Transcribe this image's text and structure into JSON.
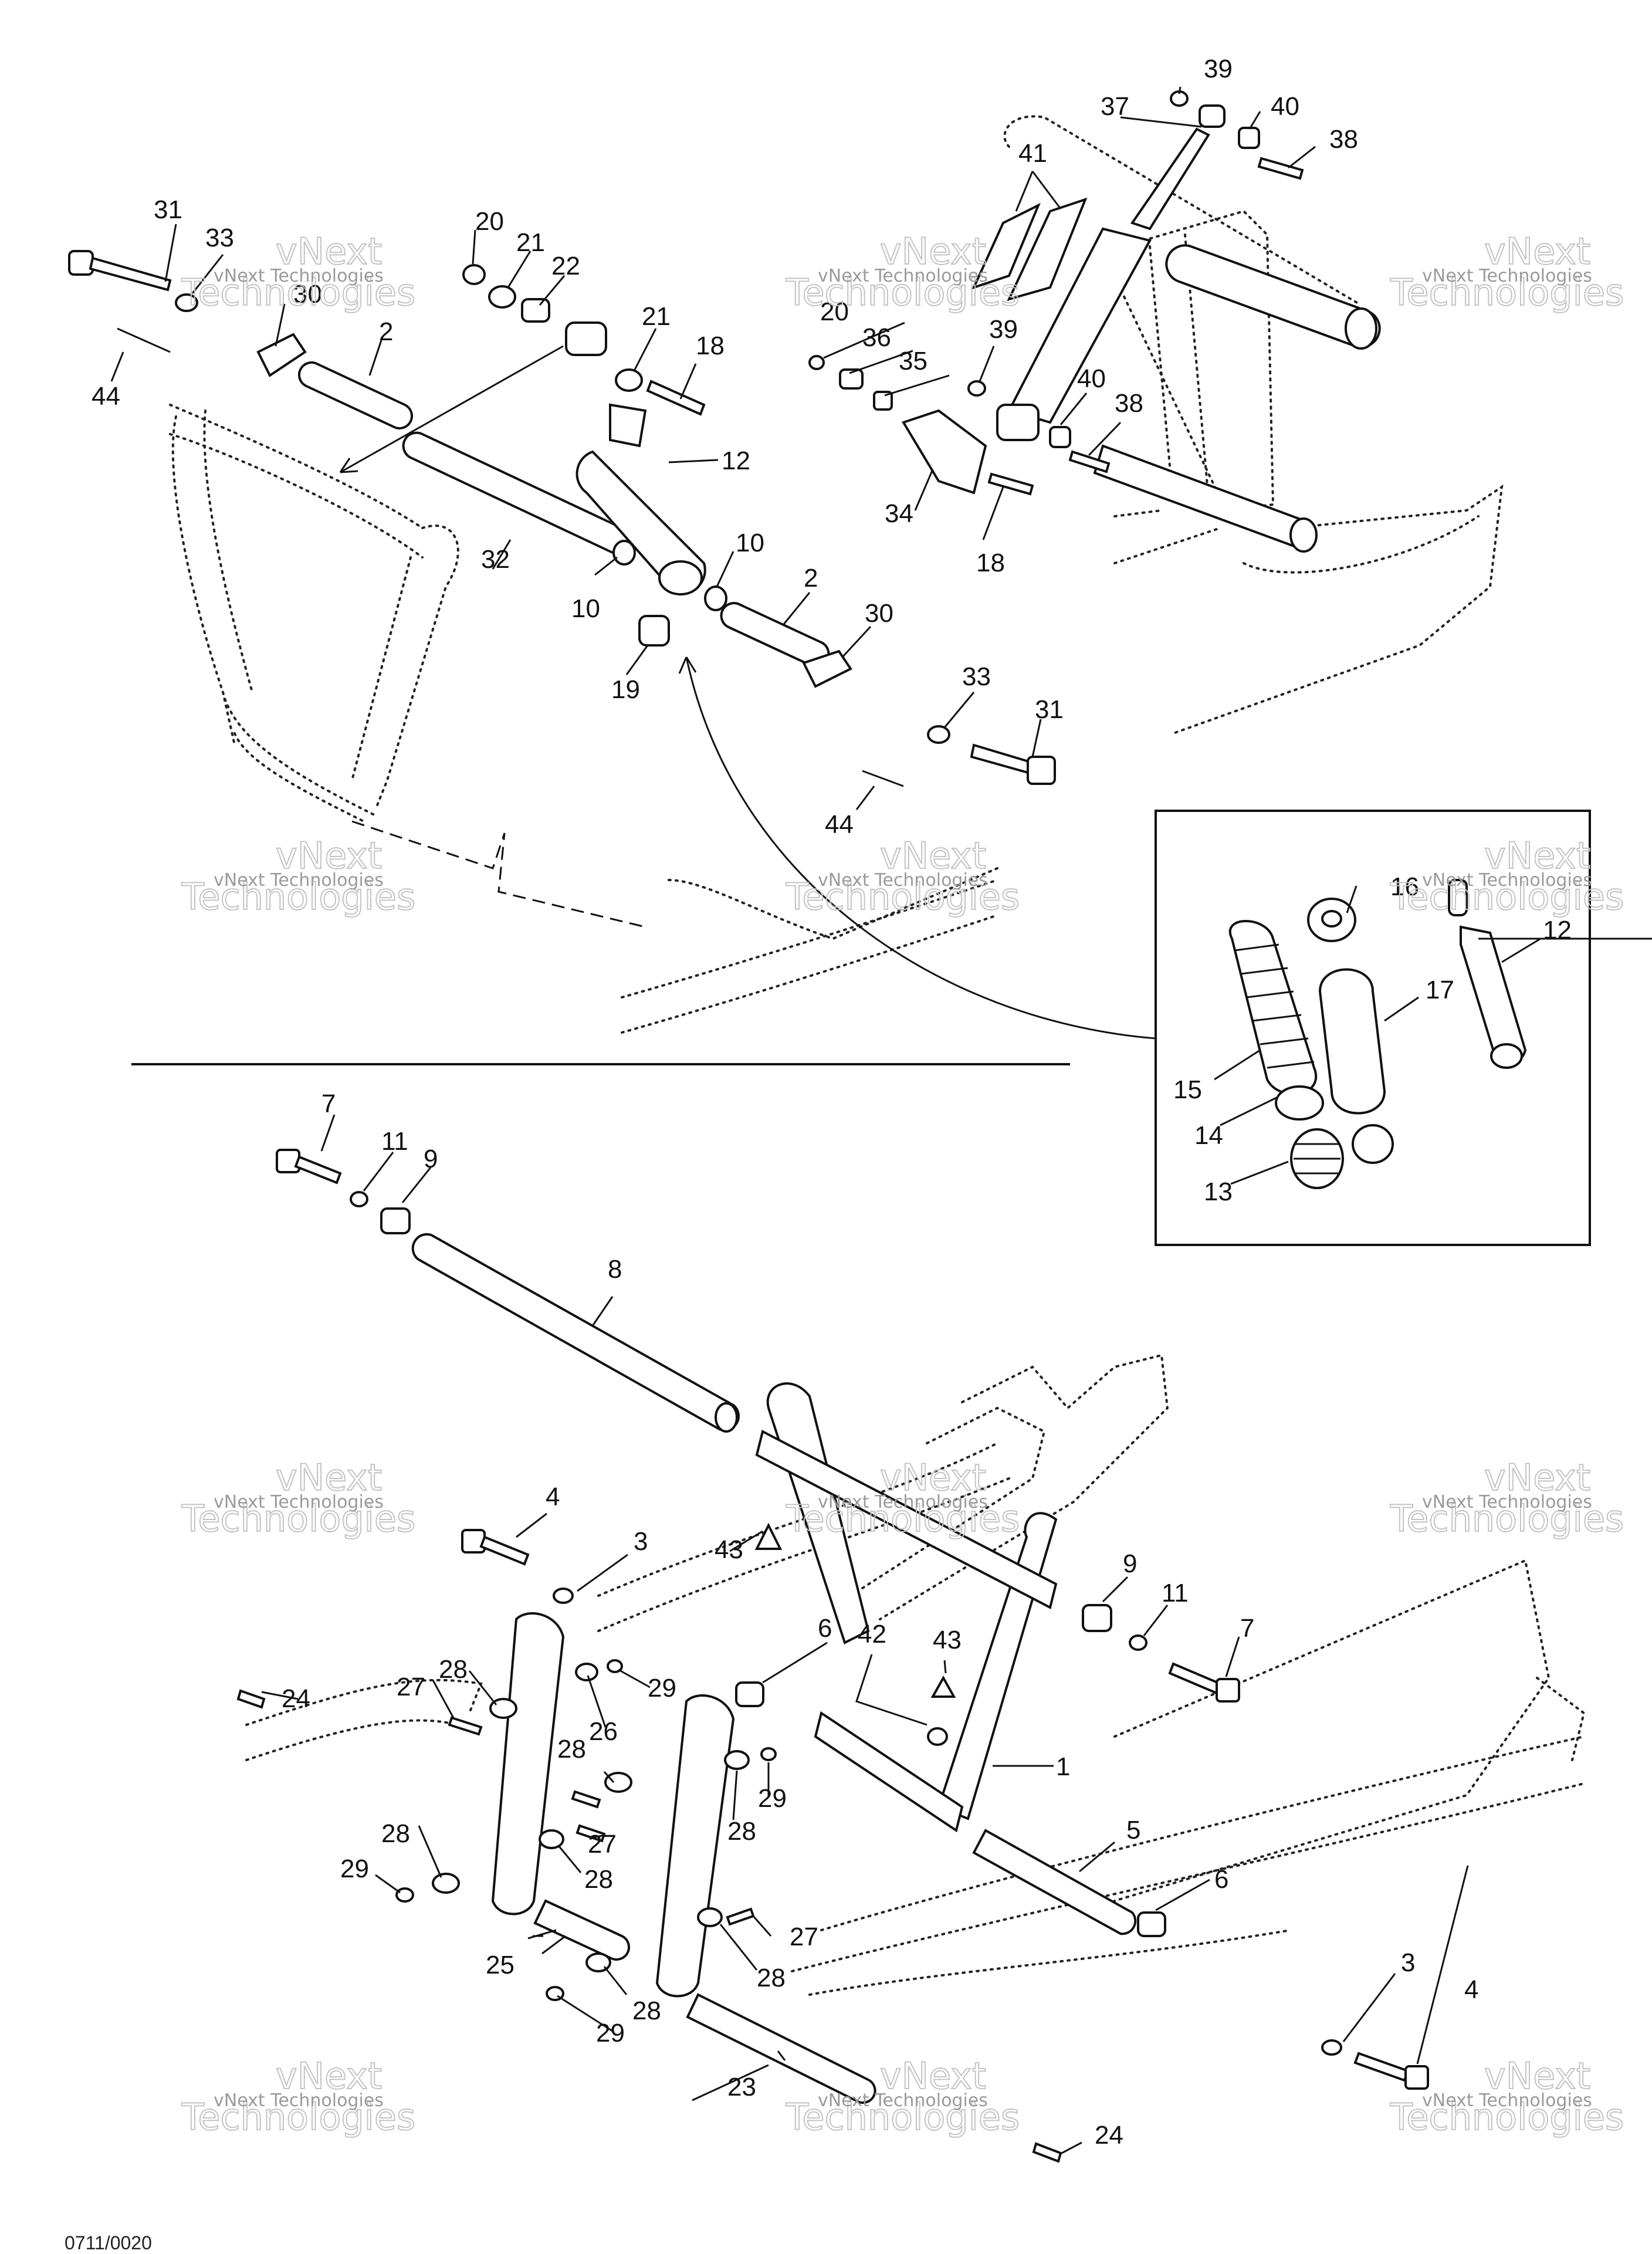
{
  "watermark": {
    "line1": "vNext",
    "line2": "Technologies",
    "line3": "vNext Technologies"
  },
  "diagram_code": "0711/0020",
  "callouts": {
    "n1": "1",
    "n2": "2",
    "n3": "3",
    "n4": "4",
    "n5": "5",
    "n6": "6",
    "n7": "7",
    "n8": "8",
    "n9": "9",
    "n10": "10",
    "n11": "11",
    "n12": "12",
    "n13": "13",
    "n14": "14",
    "n15": "15",
    "n16": "16",
    "n17": "17",
    "n18": "18",
    "n19": "19",
    "n20": "20",
    "n21": "21",
    "n22": "22",
    "n23": "23",
    "n24": "24",
    "n25": "25",
    "n26": "26",
    "n27": "27",
    "n28": "28",
    "n29": "29",
    "n30": "30",
    "n31": "31",
    "n32": "32",
    "n33": "33",
    "n34": "34",
    "n35": "35",
    "n36": "36",
    "n37": "37",
    "n38": "38",
    "n39": "39",
    "n40": "40",
    "n41": "41",
    "n42": "42",
    "n43": "43",
    "n44": "44"
  }
}
